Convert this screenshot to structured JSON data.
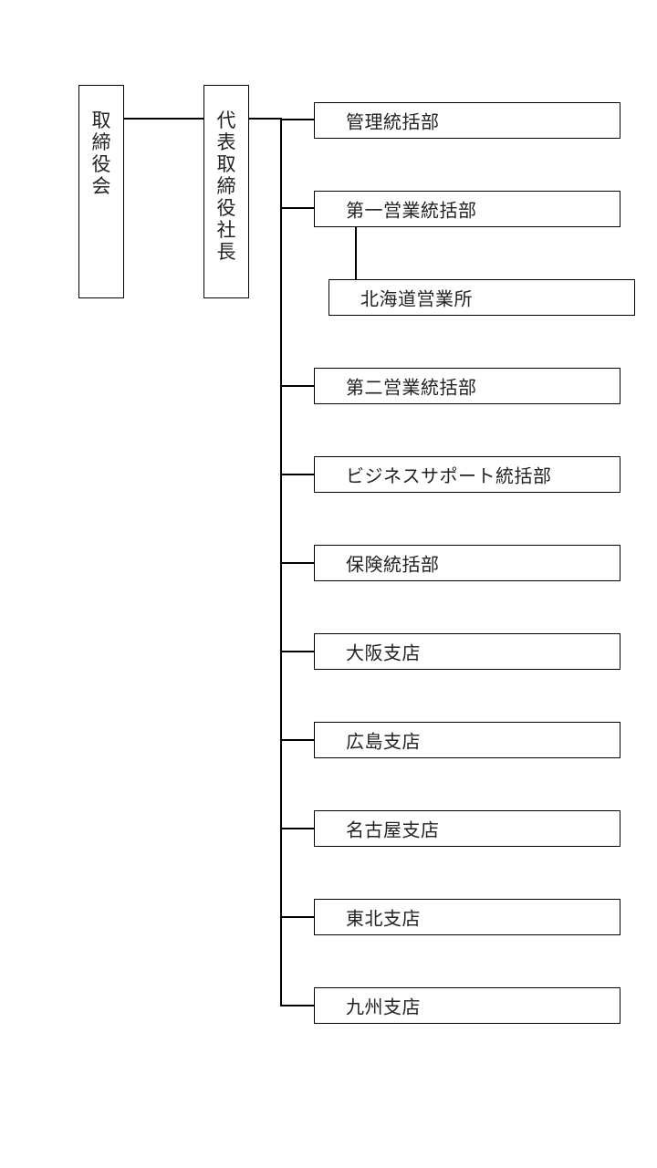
{
  "org_chart": {
    "board": {
      "label": "取締役会",
      "chars": [
        "取",
        "締",
        "役",
        "会"
      ]
    },
    "president": {
      "label": "代表取締役社長",
      "chars": [
        "代",
        "表",
        "取",
        "締",
        "役",
        "社",
        "長"
      ]
    },
    "departments": [
      {
        "label": "管理統括部"
      },
      {
        "label": "第一営業統括部",
        "children": [
          {
            "label": "北海道営業所"
          }
        ]
      },
      {
        "label": "第二営業統括部"
      },
      {
        "label": "ビジネスサポート統括部"
      },
      {
        "label": "保険統括部"
      },
      {
        "label": "大阪支店"
      },
      {
        "label": "広島支店"
      },
      {
        "label": "名古屋支店"
      },
      {
        "label": "東北支店"
      },
      {
        "label": "九州支店"
      }
    ]
  }
}
